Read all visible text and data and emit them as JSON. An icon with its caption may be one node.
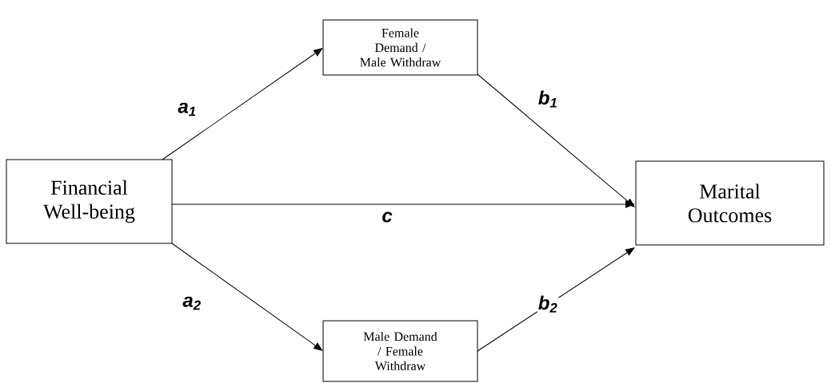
{
  "diagram": {
    "nodes": [
      {
        "text": [
          "Financial Well-being"
        ]
      },
      {
        "text": [
          "Female Demand / Male Withdraw"
        ]
      },
      {
        "text": [
          "Marital Outcomes"
        ]
      },
      {
        "text": [
          "Male Demand / Female Withdraw"
        ]
      }
    ],
    "edges": [
      {
        "from": 0,
        "to": 1,
        "arrow": "to",
        "label": "a$_{1}$"
      },
      {
        "from": 1,
        "to": 2,
        "arrow": "to",
        "label": "b$_{1}$"
      },
      {
        "from": 0,
        "to": 2,
        "arrow": "to",
        "label": "c"
      },
      {
        "from": 0,
        "to": 3,
        "arrow": "to",
        "label": "a$_{2}$"
      },
      {
        "from": 3,
        "to": 2,
        "arrow": "to",
        "label": "b$_{2}$"
      }
    ]
  }
}
